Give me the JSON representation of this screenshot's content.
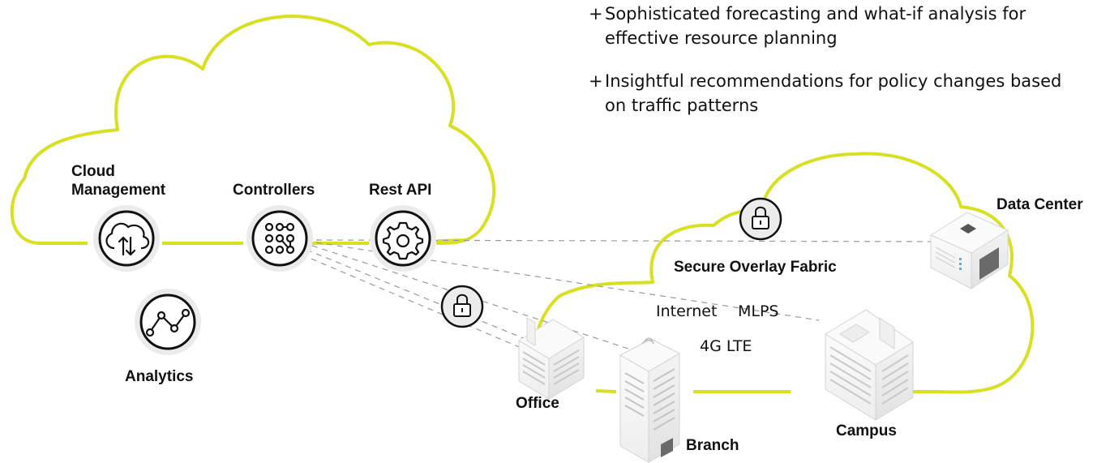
{
  "bullets": [
    {
      "line1": "Sophisticated forecasting and what-if analysis for",
      "line2": "effective resource planning"
    },
    {
      "line1": "Insightful recommendations for policy changes based",
      "line2": "on traffic patterns"
    }
  ],
  "cloud_left": {
    "cloud_management": {
      "line1": "Cloud",
      "line2": "Management",
      "icon": "cloud-sync-icon"
    },
    "controllers": {
      "label": "Controllers",
      "icon": "controller-nodes-icon"
    },
    "rest_api": {
      "label": "Rest API",
      "icon": "gear-icon"
    },
    "analytics": {
      "label": "Analytics",
      "icon": "analytics-line-icon"
    }
  },
  "cloud_right": {
    "fabric_label": "Secure Overlay Fabric",
    "links": {
      "internet": "Internet",
      "mpls": "MLPS",
      "lte": "4G LTE"
    }
  },
  "sites": {
    "data_center": "Data Center",
    "office": "Office",
    "branch": "Branch",
    "campus": "Campus"
  },
  "colors": {
    "cloud_outline": "#d9e021",
    "connector": "#9a9a9a",
    "icon_circle": "#ebebeb",
    "text": "#111111"
  }
}
